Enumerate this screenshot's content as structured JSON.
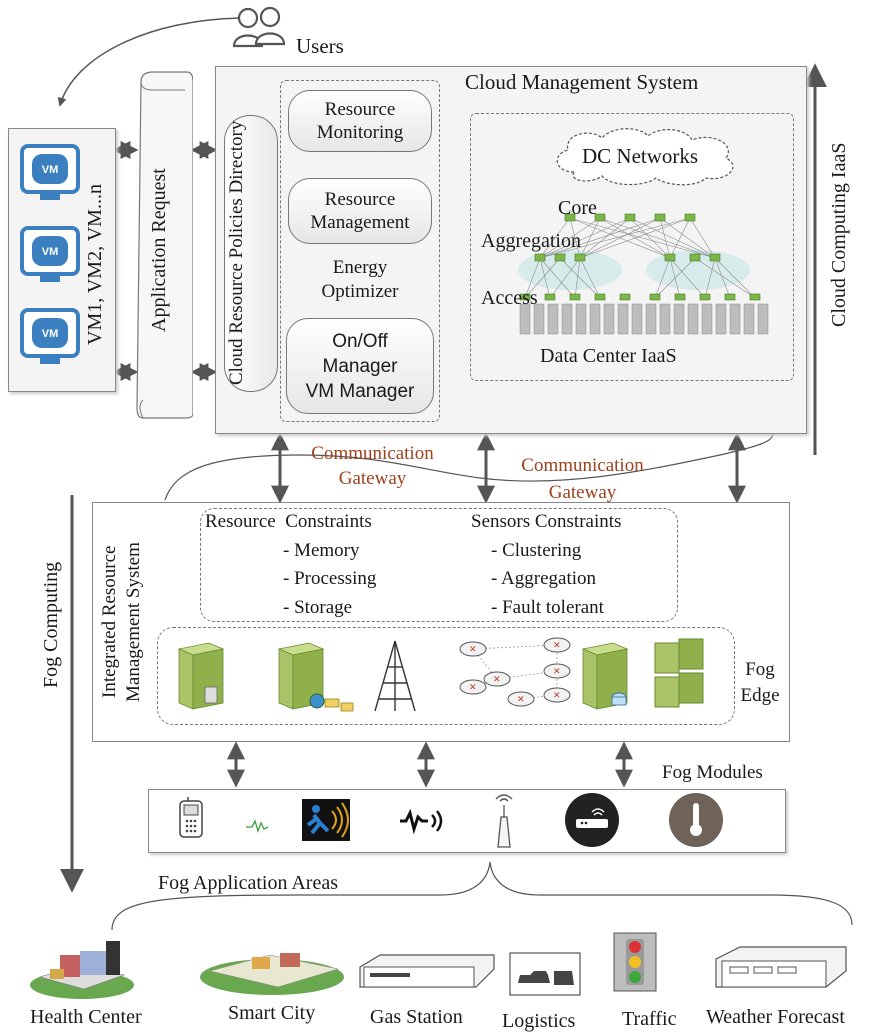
{
  "users": {
    "label": "Users"
  },
  "vms": {
    "label": "VM1, VM2, VM...n",
    "icon_text": "VM"
  },
  "app_request": {
    "label": "Application Request"
  },
  "cms": {
    "title": "Cloud Management System",
    "policies": "Cloud Resource Policies Directory",
    "resource_monitoring": "Resource Monitoring",
    "resource_management": "Resource Management",
    "energy_optimizer": "Energy Optimizer",
    "onoff_manager": "On/Off Manager",
    "vm_manager": "VM Manager",
    "dc_networks": "DC Networks",
    "core": "Core",
    "aggregation": "Aggregation",
    "access": "Access",
    "data_center": "Data Center IaaS"
  },
  "cloud_iaas": "Cloud Computing IaaS",
  "gateway_left": [
    "Communication",
    "Gateway"
  ],
  "gateway_right": [
    "Communication",
    "Gateway"
  ],
  "fog": {
    "fog_computing": "Fog Computing",
    "irms": [
      "Integrated Resource",
      "Management System"
    ],
    "resource_constraints": {
      "title": "Resource  Constraints",
      "items": [
        "- Memory",
        "- Processing",
        "- Storage"
      ]
    },
    "sensor_constraints": {
      "title": "Sensors Constraints",
      "items": [
        "- Clustering",
        "- Aggregation",
        "- Fault tolerant"
      ]
    },
    "fog_edge": [
      "Fog",
      "Edge"
    ],
    "fog_modules": "Fog Modules",
    "application_areas": "Fog Application Areas"
  },
  "areas": [
    {
      "label": "Health Center",
      "icon": "hospital-icon"
    },
    {
      "label": "Smart City",
      "icon": "city-icon"
    },
    {
      "label": "Gas Station",
      "icon": "gas-station-icon"
    },
    {
      "label": "Logistics",
      "icon": "logistics-icon"
    },
    {
      "label": "Traffic",
      "icon": "traffic-light-icon"
    },
    {
      "label": "Weather Forecast",
      "icon": "weather-station-icon"
    }
  ],
  "colors": {
    "rust": "#a0401c",
    "vm_blue": "#3c7fc0",
    "server_green": "#8fb04a"
  }
}
